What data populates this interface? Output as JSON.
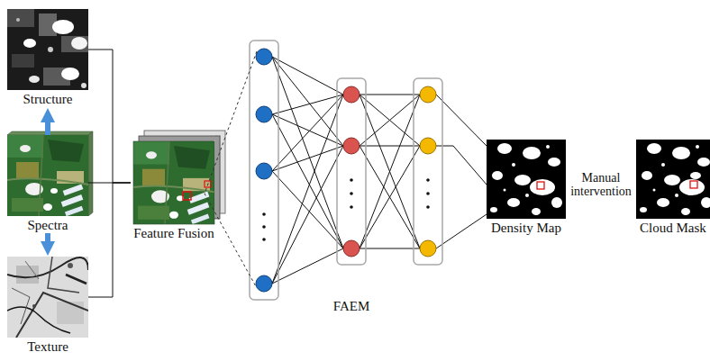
{
  "diagram": {
    "nodes": [
      {
        "text": [
          "Structure"
        ]
      },
      {
        "text": [
          "Spectra"
        ]
      },
      {
        "text": [
          "Texture"
        ]
      },
      {
        "text": [
          "Feature Fusion"
        ]
      },
      {
        "text": [
          "FAEM"
        ]
      },
      {
        "text": [
          "Density Map"
        ]
      },
      {
        "text": [
          "Cloud Mask"
        ]
      }
    ],
    "edges": [
      {
        "from": 1,
        "to": 0,
        "arrow": "to"
      },
      {
        "from": 1,
        "to": 2,
        "arrow": "to"
      },
      {
        "from": 0,
        "to": 3,
        "arrow": "none"
      },
      {
        "from": 1,
        "to": 3,
        "arrow": "none"
      },
      {
        "from": 2,
        "to": 3,
        "arrow": "none"
      },
      {
        "from": 3,
        "to": 4,
        "arrow": "none"
      },
      {
        "from": 4,
        "to": 5,
        "arrow": "none"
      },
      {
        "from": 5,
        "to": 6,
        "label": "Manual intervention",
        "arrow": "none"
      }
    ]
  }
}
